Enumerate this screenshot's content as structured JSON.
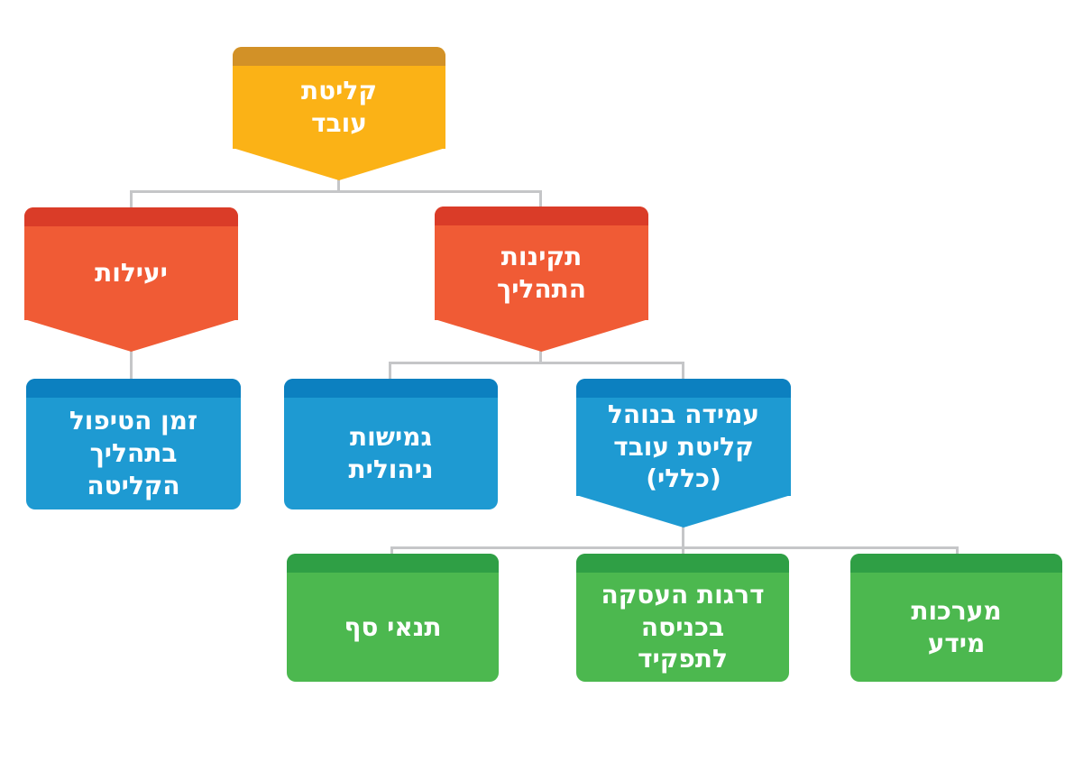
{
  "diagram": {
    "title": "employee onboarding measurement tree",
    "language": "he",
    "direction": "rtl",
    "background_color": "#ffffff",
    "connector_color": "#c5c6c8",
    "text_color": "#ffffff",
    "nodes": [
      {
        "id": "employee-onboarding",
        "level": 1,
        "parent": null,
        "label": "קליטת\nעובד",
        "shape": "banner",
        "body_color": "#FBB216",
        "band_color": "#D29127"
      },
      {
        "id": "efficiency",
        "level": 2,
        "parent": "employee-onboarding",
        "label": "יעילות",
        "shape": "banner",
        "body_color": "#F05B35",
        "band_color": "#DA3C28"
      },
      {
        "id": "process-validity",
        "level": 2,
        "parent": "employee-onboarding",
        "label": "תקינות\nהתהליך",
        "shape": "banner",
        "body_color": "#F05B35",
        "band_color": "#DA3C28"
      },
      {
        "id": "handling-time",
        "level": 3,
        "parent": "efficiency",
        "label": "זמן הטיפול\nבתהליך\nהקליטה",
        "shape": "rect",
        "body_color": "#1E9AD2",
        "band_color": "#0C80C0"
      },
      {
        "id": "managerial-flexibility",
        "level": 3,
        "parent": "process-validity",
        "label": "גמישות\nניהולית",
        "shape": "rect",
        "body_color": "#1E9AD2",
        "band_color": "#0C80C0"
      },
      {
        "id": "onboarding-procedure-compliance",
        "level": 3,
        "parent": "process-validity",
        "label": "עמידה בנוהל\nקליטת עובד\n(כללי)",
        "shape": "banner",
        "body_color": "#1E9AD2",
        "band_color": "#0C80C0"
      },
      {
        "id": "threshold-conditions",
        "level": 4,
        "parent": "onboarding-procedure-compliance",
        "label": "תנאי סף",
        "shape": "rect",
        "body_color": "#4CB84F",
        "band_color": "#2F9F45"
      },
      {
        "id": "entry-employment-grades",
        "level": 4,
        "parent": "onboarding-procedure-compliance",
        "label": "דרגות העסקה\nבכניסה\nלתפקיד",
        "shape": "rect",
        "body_color": "#4CB84F",
        "band_color": "#2F9F45"
      },
      {
        "id": "information-systems",
        "level": 4,
        "parent": "onboarding-procedure-compliance",
        "label": "מערכות\nמידע",
        "shape": "rect",
        "body_color": "#4CB84F",
        "band_color": "#2F9F45"
      }
    ]
  }
}
